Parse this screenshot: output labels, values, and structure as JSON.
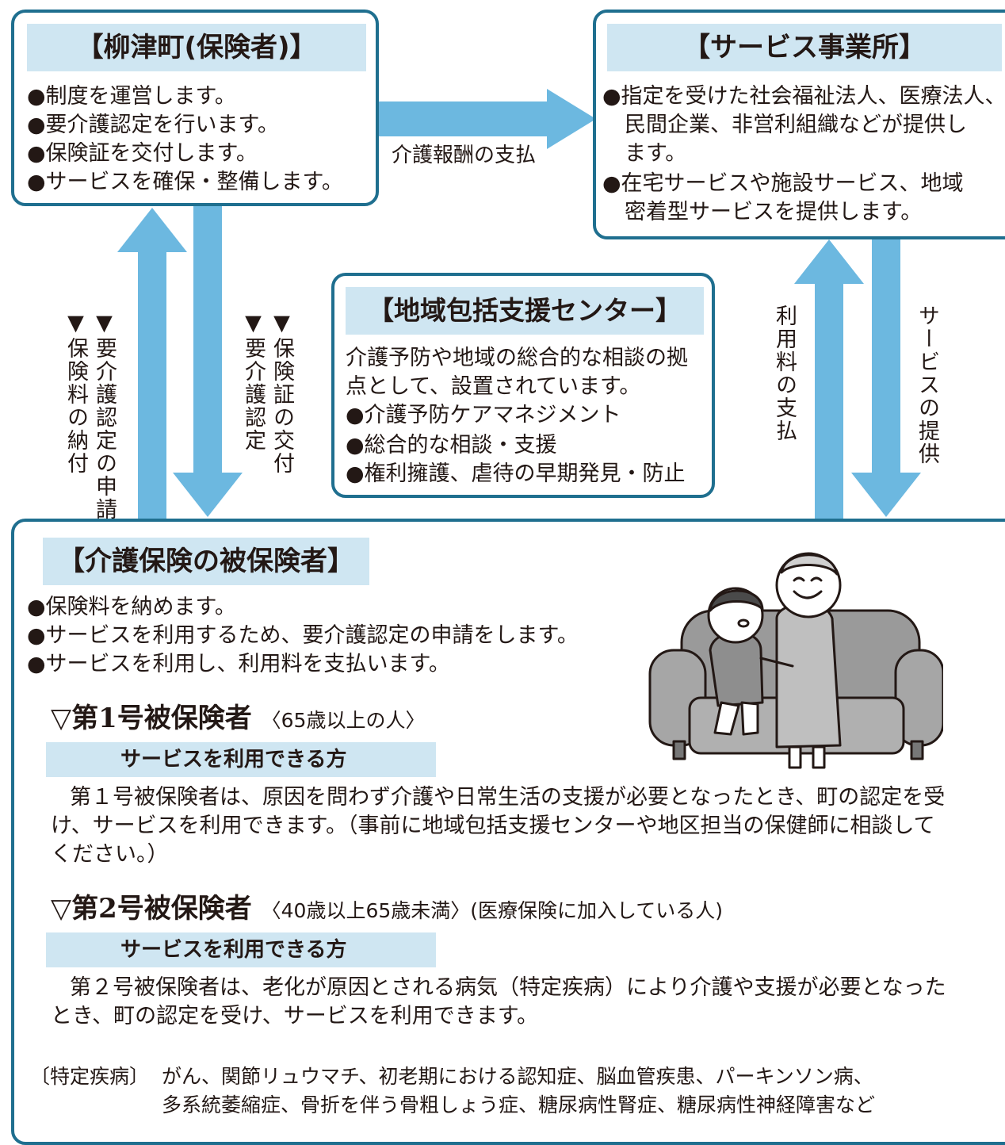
{
  "colors": {
    "arrow": "#6cb8e0",
    "border": "#1f6f8f",
    "header_fill": "#cfe6f2"
  },
  "insurer": {
    "title": "【柳津町(保険者)】",
    "items": [
      "●制度を運営します。",
      "●要介護認定を行います。",
      "●保険証を交付します。",
      "●サービスを確保・整備します。"
    ]
  },
  "provider": {
    "title": "【サービス事業所】",
    "lines": [
      "●指定を受けた社会福祉法人、医療法人、",
      "民間企業、非営利組織などが提供し",
      "ます。",
      "●在宅サービスや施設サービス、地域",
      "密着型サービスを提供します。"
    ]
  },
  "center": {
    "title": "【地域包括支援センター】",
    "lines": [
      "介護予防や地域の総合的な相談の拠",
      "点として、設置されています。",
      "●介護予防ケアマネジメント",
      "●総合的な相談・支援",
      "●権利擁護、虐待の早期発見・防止"
    ]
  },
  "arrows": {
    "payment_label": "介護報酬の支払",
    "up_left_1": "▼要介護認定の申請",
    "up_left_2": "▼保険料の納付",
    "down_left_1": "▼保険証の交付",
    "down_left_2": "▼要介護認定",
    "fee_label": "利用料の支払",
    "service_label": "サービスの提供"
  },
  "insured": {
    "title": "【介護保険の被保険者】",
    "items": [
      "●保険料を納めます。",
      "●サービスを利用するため、要介護認定の申請をします。",
      "●サービスを利用し、利用料を支払います。"
    ],
    "first": {
      "heading": "▽第1号被保険者",
      "note": "〈65歳以上の人〉",
      "band": "サービスを利用できる方",
      "body": [
        "第１号被保険者は、原因を問わず介護や日常生活の支援が必要となったとき、町の認定を受",
        "け、サービスを利用できます。（事前に地域包括支援センターや地区担当の保健師に相談して",
        "ください。）"
      ]
    },
    "second": {
      "heading": "▽第2号被保険者",
      "note": "〈40歳以上65歳未満〉(医療保険に加入している人)",
      "band": "サービスを利用できる方",
      "body": [
        "第２号被保険者は、老化が原因とされる病気（特定疾病）により介護や支援が必要となった",
        "とき、町の認定を受け、サービスを利用できます。"
      ]
    },
    "diseases_label": "〔特定疾病〕",
    "diseases": [
      "がん、関節リュウマチ、初老期における認知症、脳血管疾患、パーキンソン病、",
      "多系統萎縮症、骨折を伴う骨粗しょう症、糖尿病性腎症、糖尿病性神経障害など"
    ]
  }
}
